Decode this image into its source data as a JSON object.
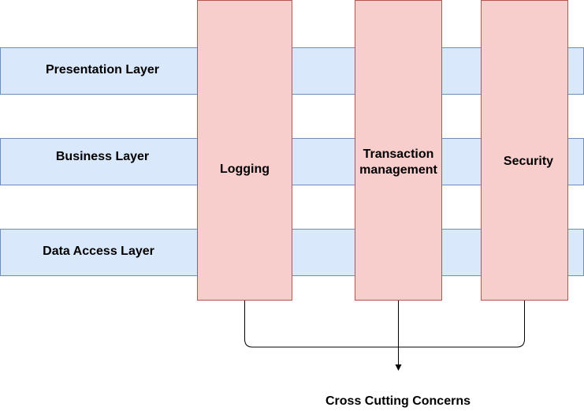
{
  "layers": [
    {
      "label": "Presentation Layer"
    },
    {
      "label": "Business Layer"
    },
    {
      "label": "Data Access Layer"
    }
  ],
  "concerns": [
    {
      "label": "Logging"
    },
    {
      "label_line1": "Transaction",
      "label_line2": "management"
    },
    {
      "label": "Security"
    }
  ],
  "caption": "Cross Cutting Concerns",
  "colors": {
    "layer_fill": "#dae8fc",
    "layer_stroke": "#6c8ebf",
    "concern_fill": "#f8cecc",
    "concern_stroke": "#b85450"
  }
}
